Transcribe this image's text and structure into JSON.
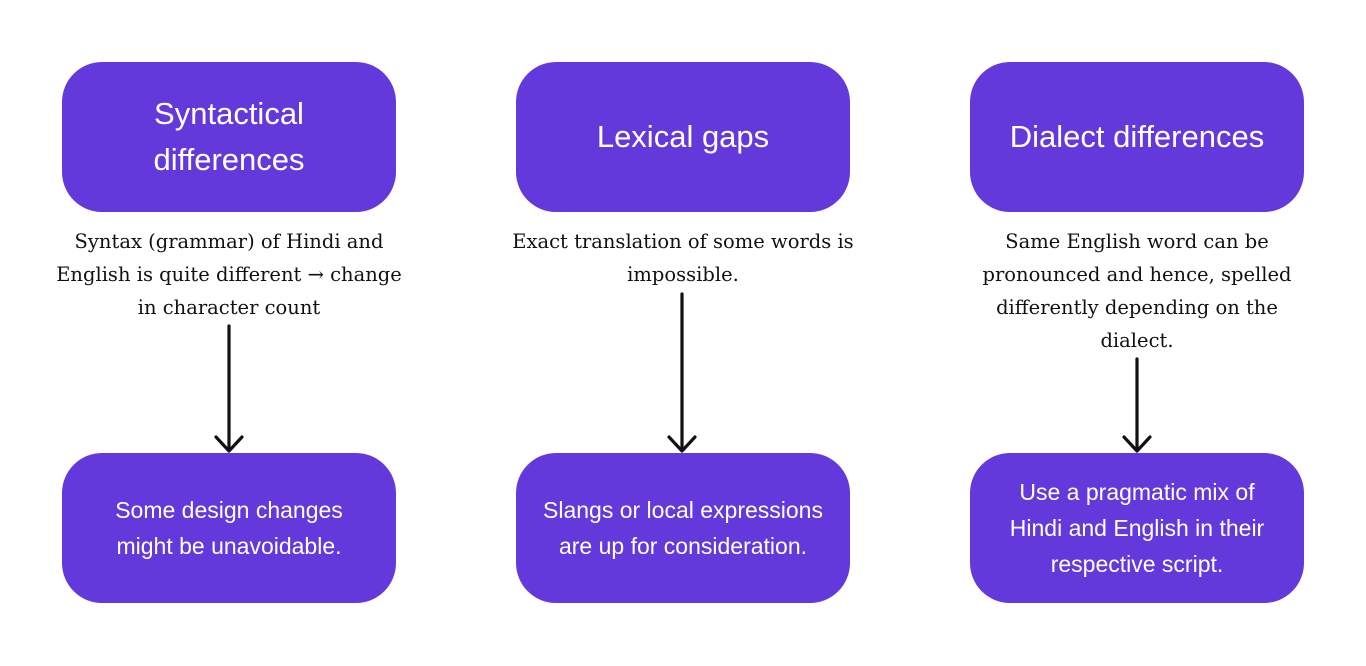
{
  "columns": [
    {
      "title": "Syntactical differences",
      "description": "Syntax (grammar) of Hindi and English is quite different → change in character count",
      "outcome": "Some design changes might be unavoidable."
    },
    {
      "title": "Lexical gaps",
      "description": "Exact translation of some words is impossible.",
      "outcome": "Slangs or local expressions are up for consideration."
    },
    {
      "title": "Dialect differences",
      "description": "Same English word can be pronounced and hence, spelled differently depending on the dialect.",
      "outcome": "Use a pragmatic mix of Hindi and English in their respective script."
    }
  ],
  "colors": {
    "box": "#6439dc",
    "box_text": "#ffffff",
    "text": "#111111",
    "arrow": "#111111"
  }
}
